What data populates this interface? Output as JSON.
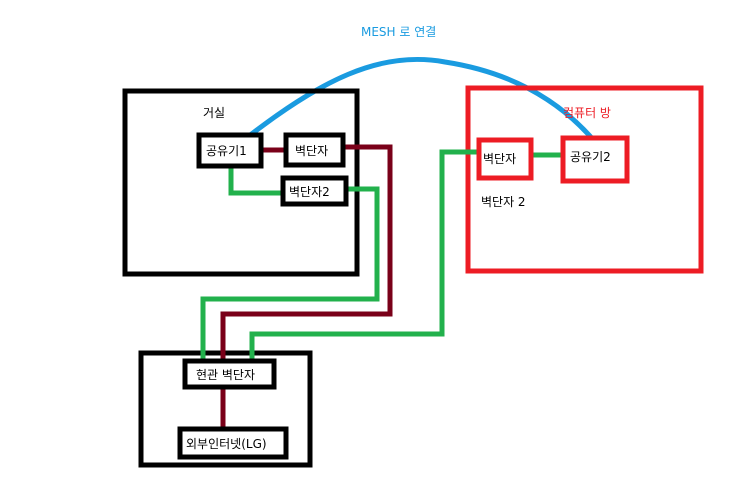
{
  "labels": {
    "mesh": "MESH 로 연결",
    "living_room": "거실",
    "computer_room": "컴퓨터 방",
    "router1": "공유기1",
    "wall_jack_lr_1": "벽단자",
    "wall_jack_lr_2": "벽단자2",
    "wall_jack_cr_1": "벽단자",
    "router2": "공유기2",
    "wall_jack_cr_2": "벽단자 2",
    "entrance_jack": "현관 벽단자",
    "external_internet": "외부인터넷(LG)"
  },
  "colors": {
    "black": "#000000",
    "dark_red": "#7a0019",
    "green": "#22b14c",
    "blue": "#1a9be0",
    "red": "#ed1c24"
  }
}
